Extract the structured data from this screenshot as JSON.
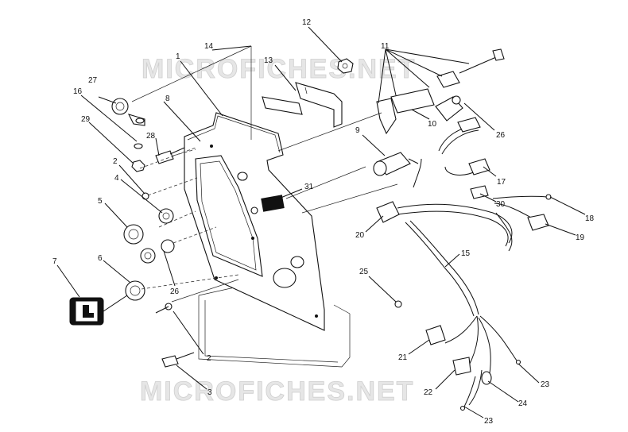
{
  "watermark": {
    "top": "MICROFICHES.NET",
    "bottom": "MICROFICHES.NET"
  },
  "callouts": [
    "1",
    "2",
    "2",
    "3",
    "4",
    "5",
    "6",
    "7",
    "8",
    "9",
    "10",
    "11",
    "12",
    "13",
    "14",
    "15",
    "16",
    "17",
    "18",
    "19",
    "20",
    "21",
    "22",
    "23",
    "23",
    "24",
    "25",
    "26",
    "26",
    "27",
    "28",
    "29",
    "30",
    "31"
  ],
  "colors": {
    "line": "#111111",
    "watermark_fill": "#e6e6e6",
    "watermark_stroke": "#cfcfcf",
    "background": "#ffffff"
  }
}
